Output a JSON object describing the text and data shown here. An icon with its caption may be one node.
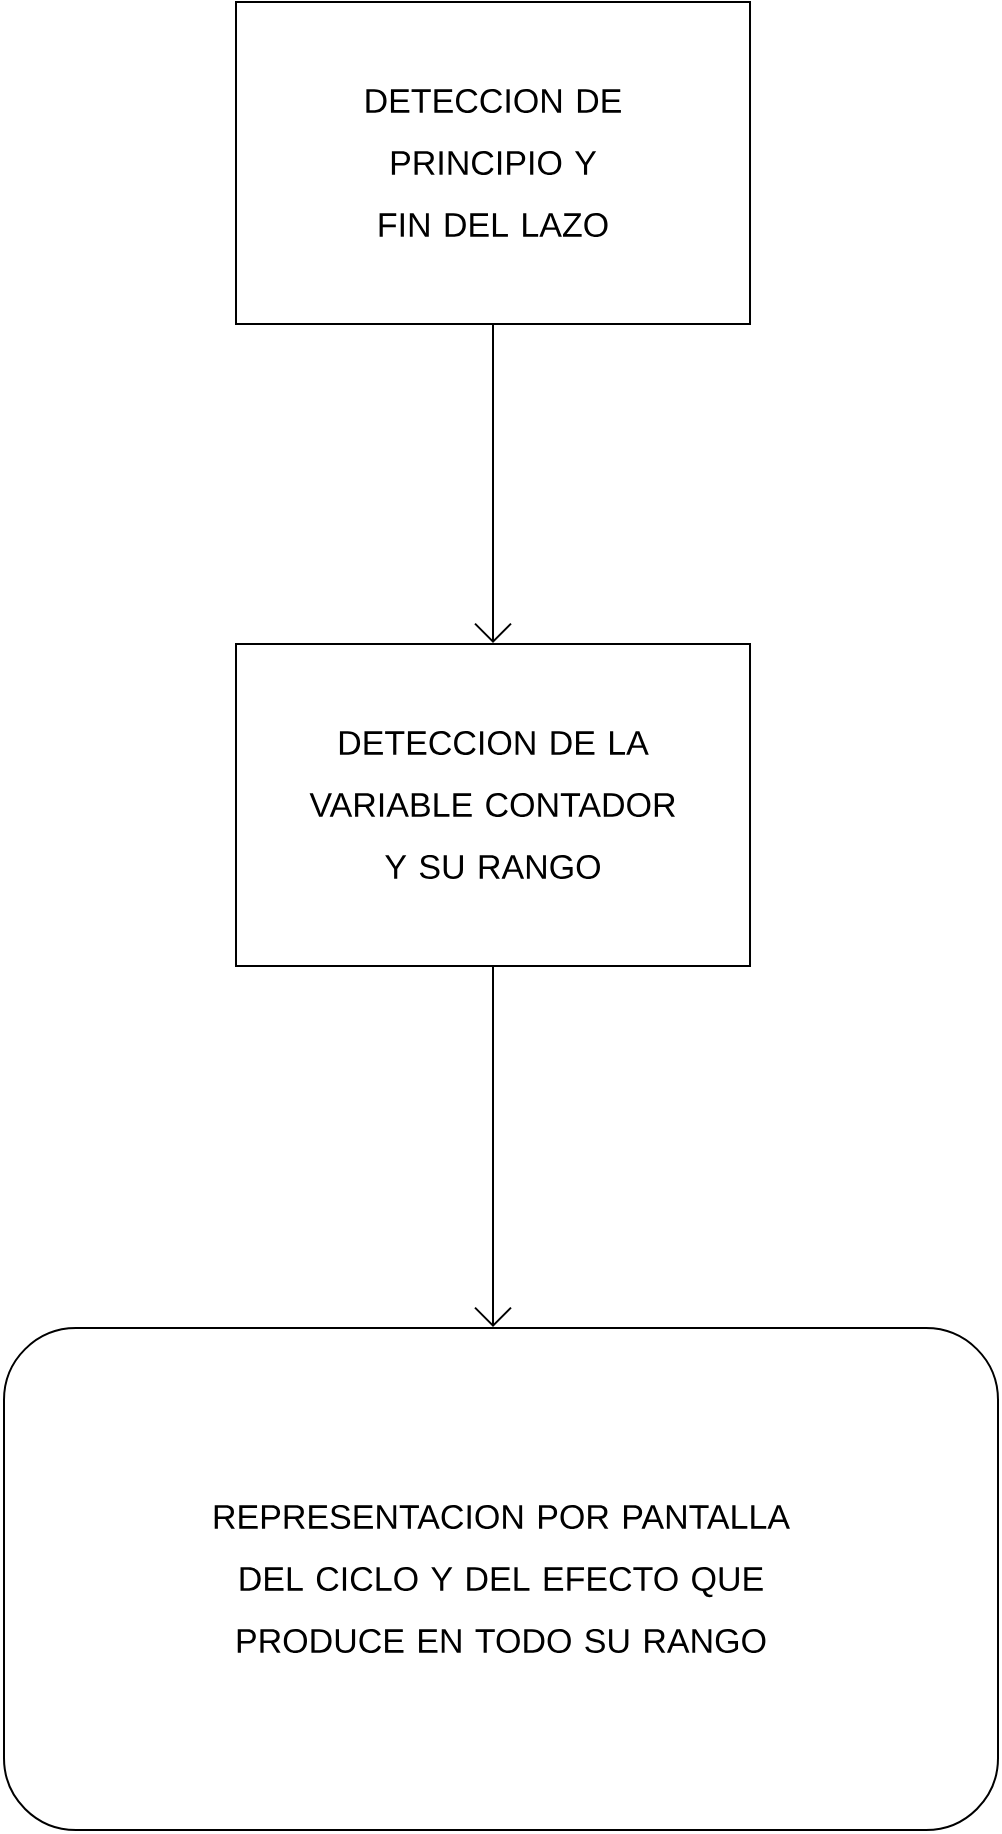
{
  "diagram": {
    "nodes": [
      {
        "text": [
          "DETECCION DE PRINCIPIO Y FIN DEL LAZO"
        ]
      },
      {
        "text": [
          "DETECCION DE LA VARIABLE CONTADOR Y SU RANGO"
        ]
      },
      {
        "text": [
          "REPRESENTACION POR PANTALLA DEL CICLO Y DEL EFECTO QUE PRODUCE EN TODO SU RANGO"
        ]
      }
    ],
    "edges": [
      {
        "from": 0,
        "to": 1,
        "arrow": "to"
      },
      {
        "from": 1,
        "to": 2,
        "arrow": "to"
      }
    ]
  }
}
